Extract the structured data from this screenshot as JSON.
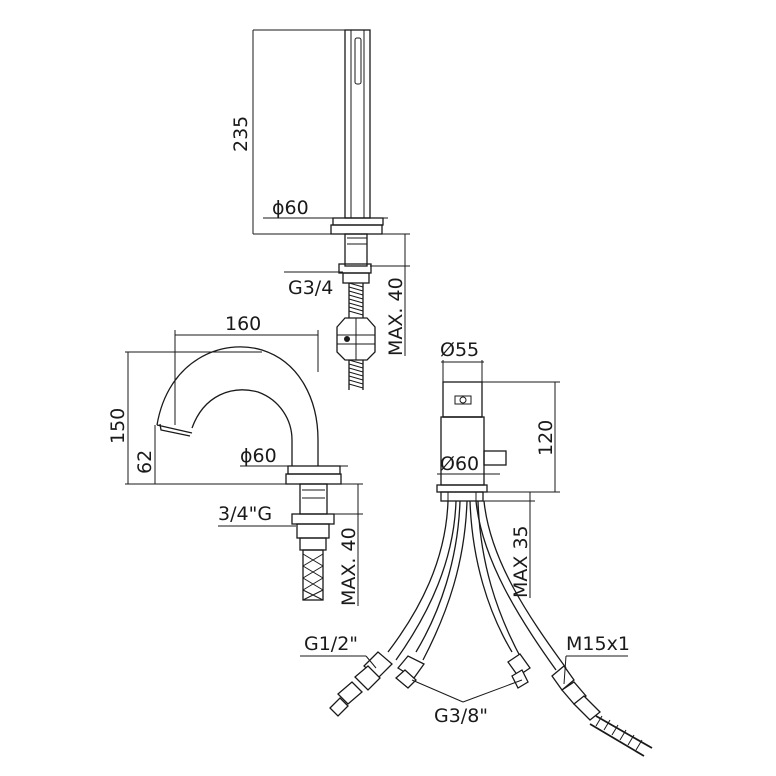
{
  "hand_shower": {
    "height_dim": "235",
    "diameter_dim": "ϕ60",
    "thread_label": "G3/4",
    "max_dim": "MAX. 40"
  },
  "spout": {
    "reach_dim": "160",
    "height_dim": "150",
    "outlet_height_dim": "62",
    "diameter_dim": "ϕ60",
    "thread_label": "3/4\"G",
    "max_dim": "MAX. 40"
  },
  "mixer": {
    "top_diameter_dim": "Ø55",
    "base_diameter_dim": "Ø60",
    "height_dim": "120",
    "max_dim": "MAX 35",
    "inlet_label": "G1/2\"",
    "hose_label": "G3/8\"",
    "shower_label": "M15x1"
  }
}
